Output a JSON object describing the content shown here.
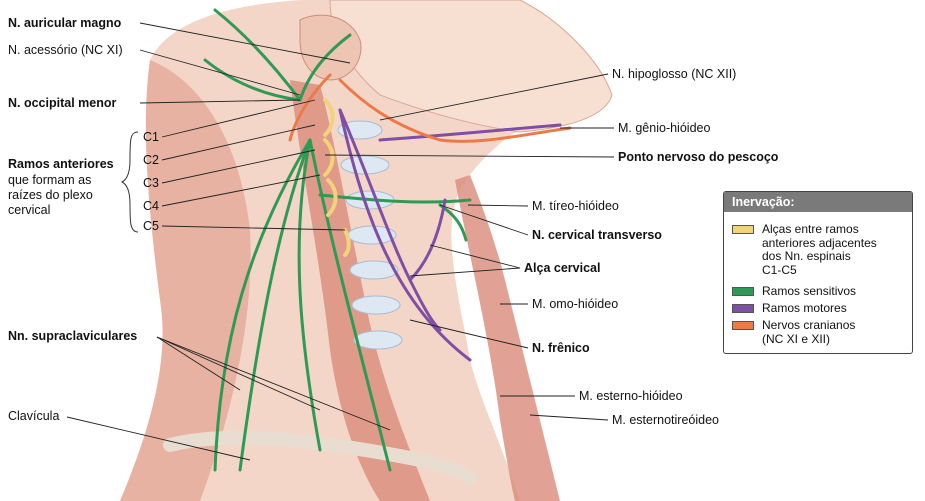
{
  "labels": {
    "auricular_magno": "N. auricular magno",
    "acessorio": "N. acessório (NC XI)",
    "occipital_menor": "N. occipital menor",
    "c1": "C1",
    "c2": "C2",
    "c3": "C3",
    "c4": "C4",
    "c5": "C5",
    "ramos_anteriores_title": "Ramos anteriores",
    "ramos_anteriores_line2": "que formam as",
    "ramos_anteriores_line3": "raízes do plexo",
    "ramos_anteriores_line4": "cervical",
    "supraclaviculares": "Nn. supraclaviculares",
    "clavicula": "Clavícula",
    "hipoglosso": "N. hipoglosso (NC XII)",
    "genio_hioideo": "M. gênio-hióideo",
    "ponto_nervoso": "Ponto nervoso do pescoço",
    "tireo_hioideo": "M. tíreo-hióideo",
    "cervical_transverso": "N. cervical transverso",
    "alca_cervical": "Alça cervical",
    "omo_hioideo": "M. omo-hióideo",
    "frenico": "N. frênico",
    "esterno_hioideo": "M. esterno-hióideo",
    "esternotireoideo": "M. esternotireóideo"
  },
  "legend": {
    "title": "Inervação:",
    "items": [
      {
        "lines": [
          "Alças entre ramos",
          "anteriores adjacentes",
          "dos Nn. espinais",
          "C1-C5"
        ],
        "color": "#f2d27a"
      },
      {
        "lines": [
          "Ramos sensitivos"
        ],
        "color": "#2e9a55"
      },
      {
        "lines": [
          "Ramos motores"
        ],
        "color": "#7f4fa6"
      },
      {
        "lines": [
          "Nervos cranianos",
          "(NC XI e XII)"
        ],
        "color": "#ec7a48"
      }
    ]
  },
  "colors": {
    "sensory": "#2e9a55",
    "motor": "#7f4fa6",
    "cranial": "#ec7a48",
    "loops": "#f2d27a",
    "skin": "#f4d3c3",
    "muscle": "#d98b7b"
  }
}
